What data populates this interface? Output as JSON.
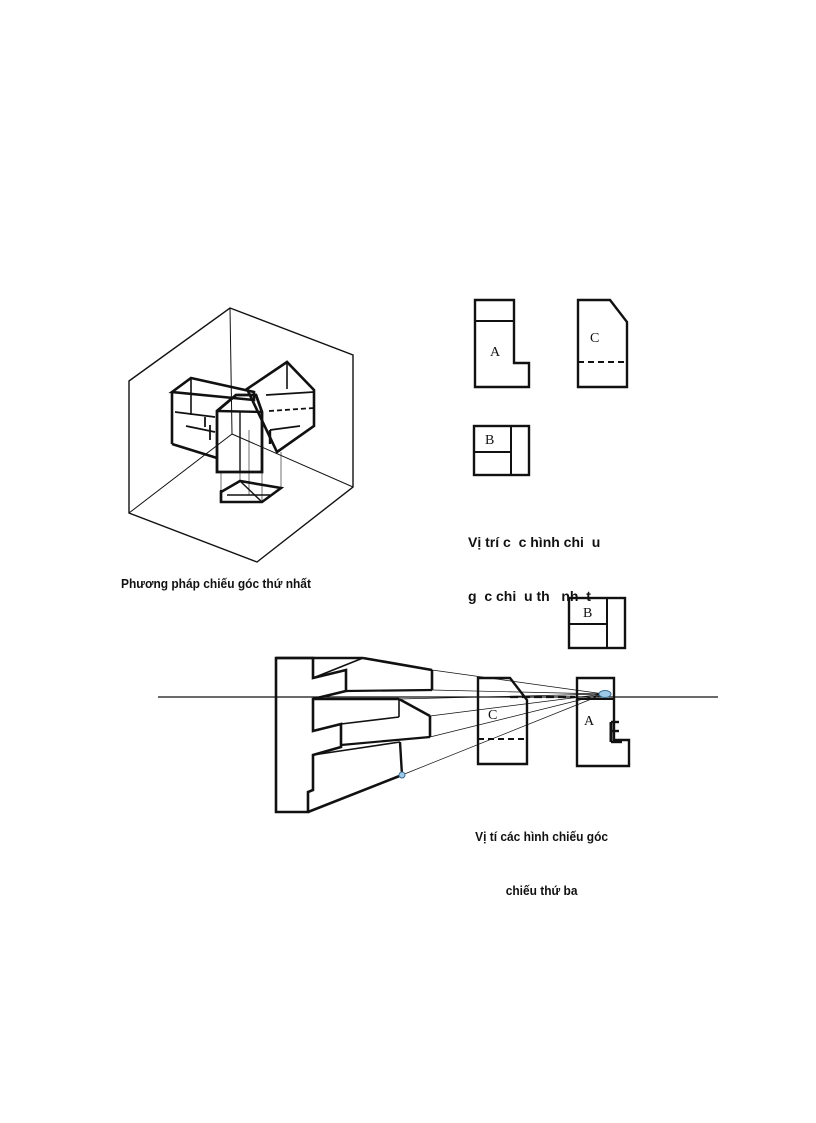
{
  "captions": {
    "first_angle_method": "Phương pháp chiếu góc thứ nhất",
    "first_angle_positions_line1": "Vị trí c  c hình chi  u",
    "first_angle_positions_line2": "g  c chi  u th   nh  t",
    "third_angle_positions_line1": "Vị tí các hình chiếu góc",
    "third_angle_positions_line2": "chiếu thứ ba"
  },
  "view_labels": {
    "front": "A",
    "top": "B",
    "side": "C"
  }
}
